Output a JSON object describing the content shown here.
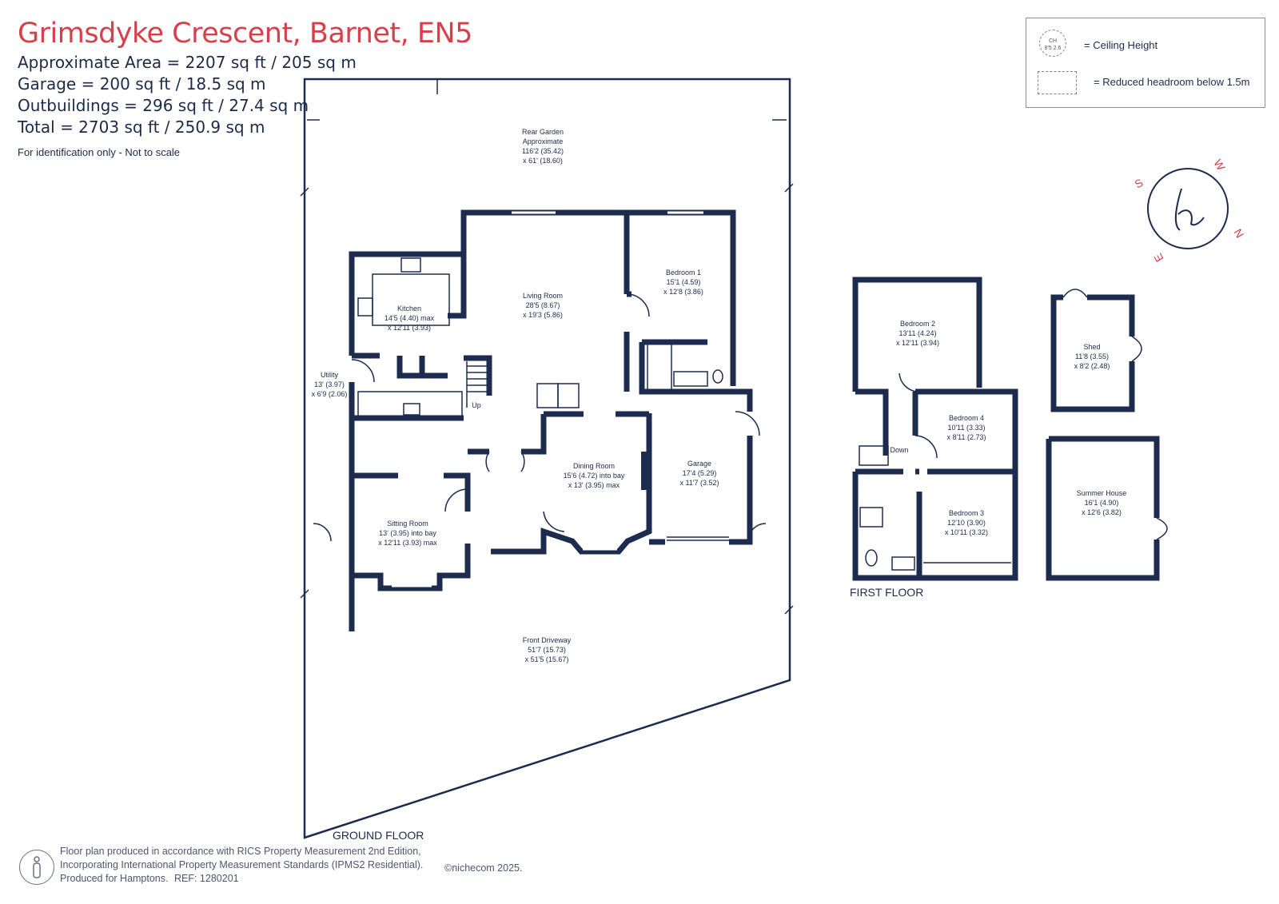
{
  "header": {
    "title": "Grimsdyke Crescent, Barnet, EN5",
    "areas": [
      "Approximate Area = 2207 sq ft / 205 sq m",
      "Garage = 200 sq ft / 18.5 sq m",
      "Outbuildings = 296 sq ft / 27.4 sq m",
      "Total = 2703 sq ft / 250.9 sq m"
    ],
    "identification": "For identification only - Not to scale"
  },
  "legend": {
    "ceiling_symbol_line1": "CH",
    "ceiling_symbol_line2": "8'5 2.6",
    "ceiling_label": "= Ceiling Height",
    "headroom_label": "= Reduced headroom below 1.5m"
  },
  "compass": {
    "letters": [
      "W",
      "S",
      "N",
      "E"
    ]
  },
  "ground_floor": {
    "label": "GROUND FLOOR",
    "rooms": {
      "rear_garden": [
        "Rear Garden",
        "Approximate",
        "116'2 (35.42)",
        "x 61' (18.60)"
      ],
      "kitchen": [
        "Kitchen",
        "14'5 (4.40) max",
        "x 12'11 (3.93)"
      ],
      "living_room": [
        "Living Room",
        "28'5 (8.67)",
        "x 19'3 (5.86)"
      ],
      "bedroom1": [
        "Bedroom 1",
        "15'1 (4.59)",
        "x 12'8 (3.86)"
      ],
      "utility": [
        "Utility",
        "13' (3.97)",
        "x 6'9 (2.06)"
      ],
      "dining_room": [
        "Dining Room",
        "15'6 (4.72) into bay",
        "x 13' (3.95) max"
      ],
      "garage": [
        "Garage",
        "17'4 (5.29)",
        "x 11'7 (3.52)"
      ],
      "sitting_room": [
        "Sitting Room",
        "13' (3.95) into bay",
        "x 12'11 (3.93) max"
      ],
      "front_driveway": [
        "Front Driveway",
        "51'7 (15.73)",
        "x 51'5 (15.67)"
      ]
    },
    "stair_label": "Up"
  },
  "first_floor": {
    "label": "FIRST FLOOR",
    "rooms": {
      "bedroom2": [
        "Bedroom 2",
        "13'11 (4.24)",
        "x 12'11 (3.94)"
      ],
      "bedroom4": [
        "Bedroom 4",
        "10'11 (3.33)",
        "x 8'11 (2.73)"
      ],
      "bedroom3": [
        "Bedroom 3",
        "12'10 (3.90)",
        "x 10'11 (3.32)"
      ]
    },
    "stair_label": "Down"
  },
  "outbuildings": {
    "shed": [
      "Shed",
      "11'8 (3.55)",
      "x 8'2 (2.48)"
    ],
    "summer_house": [
      "Summer House",
      "16'1 (4.90)",
      "x 12'6 (3.82)"
    ]
  },
  "footer": {
    "lines": [
      "Floor plan produced in accordance with RICS Property Measurement 2nd Edition,",
      "Incorporating International Property Measurement Standards (IPMS2 Residential).",
      "Produced for Hamptons."
    ],
    "ref": "REF:  1280201",
    "copyright": "©nichecom 2025."
  }
}
